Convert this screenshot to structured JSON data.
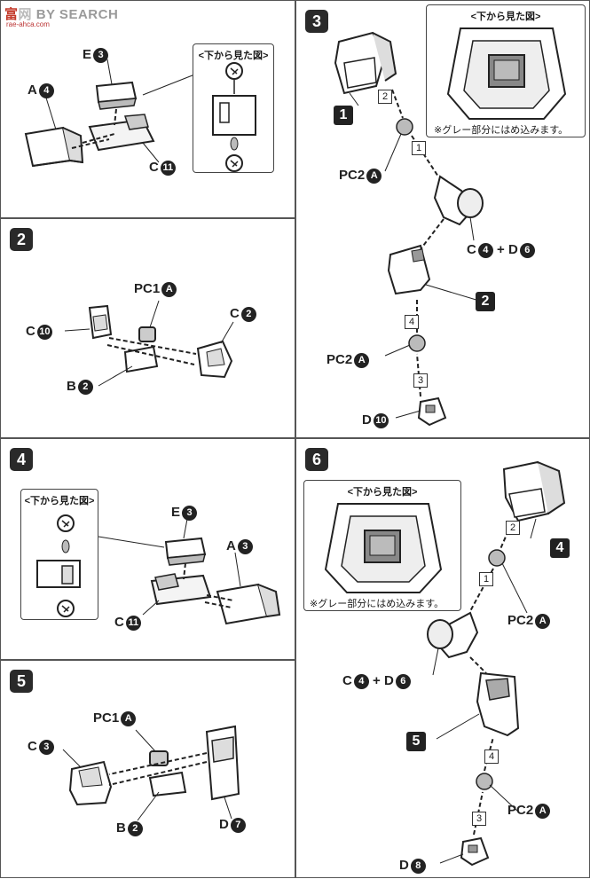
{
  "header": {
    "logo_text": "富",
    "title": "BY SEARCH",
    "subtitle": "rae-ahca.com"
  },
  "inset": {
    "title": "<下から見た図>",
    "note": "※グレー部分にはめ込みます。"
  },
  "steps": {
    "s1": {
      "parts": [
        {
          "letter": "E",
          "num": "3"
        },
        {
          "letter": "A",
          "num": "4"
        },
        {
          "letter": "C",
          "num": "11"
        }
      ]
    },
    "s2": {
      "number": "2",
      "parts": [
        {
          "letter": "PC1",
          "num": "A"
        },
        {
          "letter": "C",
          "num": "2"
        },
        {
          "letter": "C",
          "num": "10"
        },
        {
          "letter": "B",
          "num": "2"
        }
      ]
    },
    "s3": {
      "number": "3",
      "boxes": [
        "1",
        "2"
      ],
      "seq": [
        "2",
        "1",
        "4",
        "3"
      ],
      "parts": [
        {
          "letter": "PC2",
          "num": "A"
        },
        {
          "letter": "C",
          "num": "4"
        },
        {
          "letter": "D",
          "num": "6"
        },
        {
          "letter": "PC2",
          "num": "A"
        },
        {
          "letter": "D",
          "num": "10"
        }
      ],
      "plus": "+"
    },
    "s4": {
      "number": "4",
      "parts": [
        {
          "letter": "E",
          "num": "3"
        },
        {
          "letter": "A",
          "num": "3"
        },
        {
          "letter": "C",
          "num": "11"
        }
      ]
    },
    "s5": {
      "number": "5",
      "parts": [
        {
          "letter": "PC1",
          "num": "A"
        },
        {
          "letter": "C",
          "num": "3"
        },
        {
          "letter": "B",
          "num": "2"
        },
        {
          "letter": "D",
          "num": "7"
        }
      ]
    },
    "s6": {
      "number": "6",
      "boxes": [
        "4",
        "5"
      ],
      "seq": [
        "2",
        "1",
        "4",
        "3"
      ],
      "parts": [
        {
          "letter": "PC2",
          "num": "A"
        },
        {
          "letter": "C",
          "num": "4"
        },
        {
          "letter": "D",
          "num": "6"
        },
        {
          "letter": "PC2",
          "num": "A"
        },
        {
          "letter": "D",
          "num": "8"
        }
      ],
      "plus": "+"
    }
  }
}
